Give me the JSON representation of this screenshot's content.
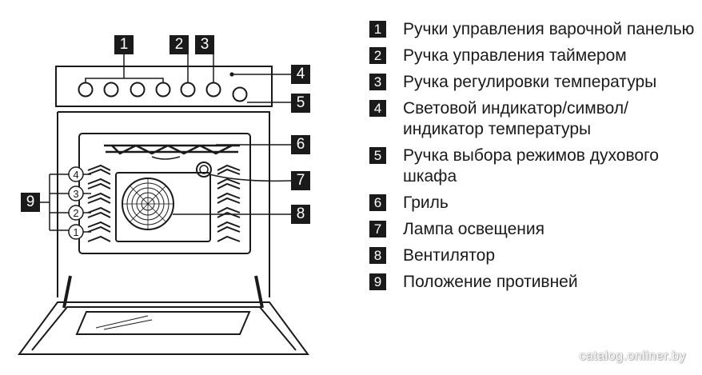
{
  "callouts": [
    "1",
    "2",
    "3",
    "4",
    "5",
    "6",
    "7",
    "8",
    "9"
  ],
  "shelf_positions": [
    "4",
    "3",
    "2",
    "1"
  ],
  "legend": [
    {
      "num": "1",
      "text": "Ручки управления варочной панелью"
    },
    {
      "num": "2",
      "text": "Ручка управления таймером"
    },
    {
      "num": "3",
      "text": "Ручка регулировки температуры"
    },
    {
      "num": "4",
      "text": "Световой индикатор/символ/ индикатор температуры"
    },
    {
      "num": "5",
      "text": "Ручка выбора режимов духового шкафа"
    },
    {
      "num": "6",
      "text": "Гриль"
    },
    {
      "num": "7",
      "text": "Лампа освещения"
    },
    {
      "num": "8",
      "text": "Вентилятор"
    },
    {
      "num": "9",
      "text": "Положение противней"
    }
  ],
  "watermark": "catalog.onliner.by"
}
